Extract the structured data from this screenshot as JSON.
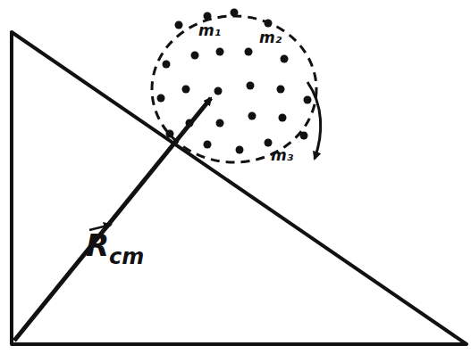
{
  "diagram": {
    "labels": [
      "m₁",
      "m₂",
      "m₃",
      "R",
      "cm"
    ]
  }
}
